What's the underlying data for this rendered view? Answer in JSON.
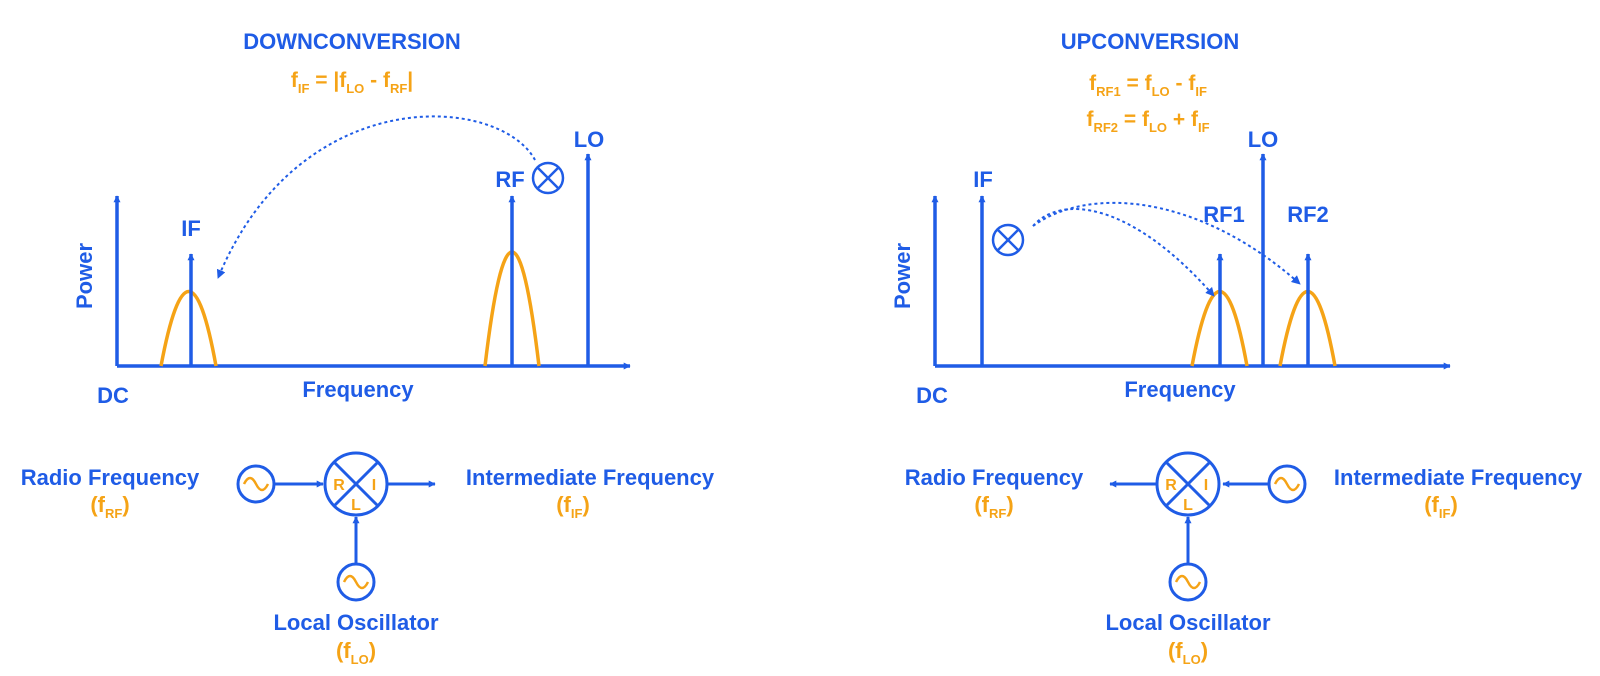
{
  "colors": {
    "primary": "#1f5ce6",
    "accent": "#f5a316"
  },
  "down": {
    "title": "DOWNCONVERSION",
    "eq": {
      "f": "f",
      "if": "IF",
      "eq_bar": " = |",
      "lo": "LO",
      "minus": " - ",
      "rf": "RF",
      "bar": "|"
    },
    "ylabel": "Power",
    "xlabel": "Frequency",
    "dc": "DC",
    "peaks": {
      "if": "IF",
      "rf": "RF",
      "lo": "LO"
    },
    "block": {
      "left": {
        "name": "Radio Frequency",
        "open": "(f",
        "sub": "RF",
        "close": ")"
      },
      "right": {
        "name": "Intermediate Frequency",
        "open": "(f",
        "sub": "IF",
        "close": ")"
      },
      "bottom": {
        "name": "Local Oscillator",
        "open": "(f",
        "sub": "LO",
        "close": ")"
      },
      "ports": {
        "r": "R",
        "i": "I",
        "l": "L"
      }
    }
  },
  "up": {
    "title": "UPCONVERSION",
    "eq1": {
      "f": "f",
      "rf1": "RF1",
      "eq": " = f",
      "lo": "LO",
      "op": " - f",
      "if": "IF"
    },
    "eq2": {
      "f": "f",
      "rf2": "RF2",
      "eq": " = f",
      "lo": "LO",
      "op": " + f",
      "if": "IF"
    },
    "ylabel": "Power",
    "xlabel": "Frequency",
    "dc": "DC",
    "peaks": {
      "if": "IF",
      "lo": "LO",
      "rf1": "RF1",
      "rf2": "RF2"
    },
    "block": {
      "left": {
        "name": "Radio Frequency",
        "open": "(f",
        "sub": "RF",
        "close": ")"
      },
      "right": {
        "name": "Intermediate Frequency",
        "open": "(f",
        "sub": "IF",
        "close": ")"
      },
      "bottom": {
        "name": "Local Oscillator",
        "open": "(f",
        "sub": "LO",
        "close": ")"
      },
      "ports": {
        "r": "R",
        "i": "I",
        "l": "L"
      }
    }
  }
}
